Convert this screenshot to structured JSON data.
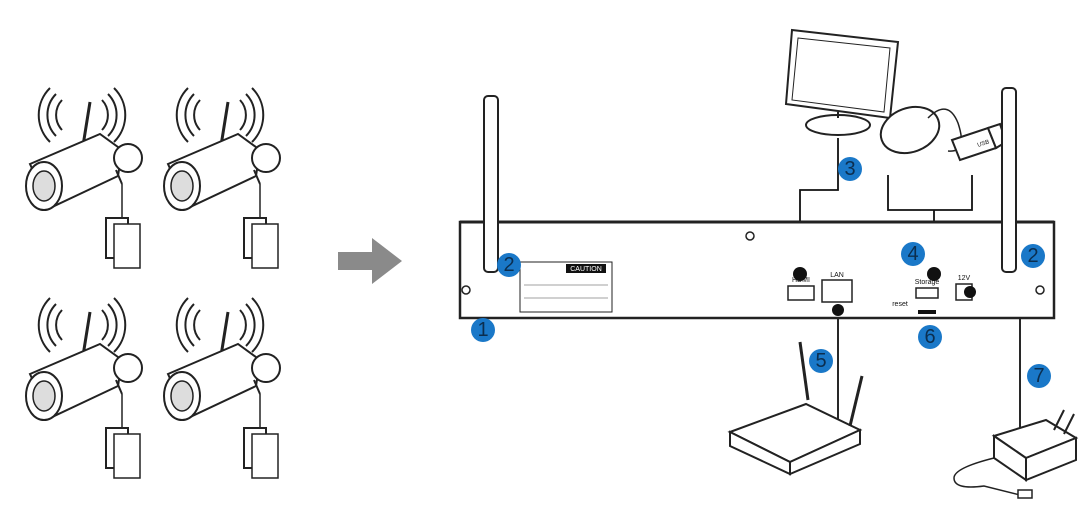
{
  "colors": {
    "badge": "#1a78c8",
    "badge_text": "#0b2e4f",
    "arrow": "#8a8a8a",
    "line": "#111111"
  },
  "labels": {
    "lan": "LAN",
    "hdmi": "HDMI",
    "storage": "Storage",
    "reset": "reset",
    "dc": "12V",
    "caution": "CAUTION",
    "usb": "USB"
  },
  "badges": [
    {
      "id": "b1",
      "text": "1"
    },
    {
      "id": "b2a",
      "text": "2"
    },
    {
      "id": "b2b",
      "text": "2"
    },
    {
      "id": "b3",
      "text": "3"
    },
    {
      "id": "b4",
      "text": "4"
    },
    {
      "id": "b5",
      "text": "5"
    },
    {
      "id": "b6",
      "text": "6"
    },
    {
      "id": "b7",
      "text": "7"
    }
  ],
  "icons": [
    "wifi-camera-icon",
    "arrow-right-icon",
    "nvr-back-panel",
    "monitor-icon",
    "mouse-icon",
    "usb-drive-icon",
    "router-icon",
    "power-adapter-icon"
  ]
}
